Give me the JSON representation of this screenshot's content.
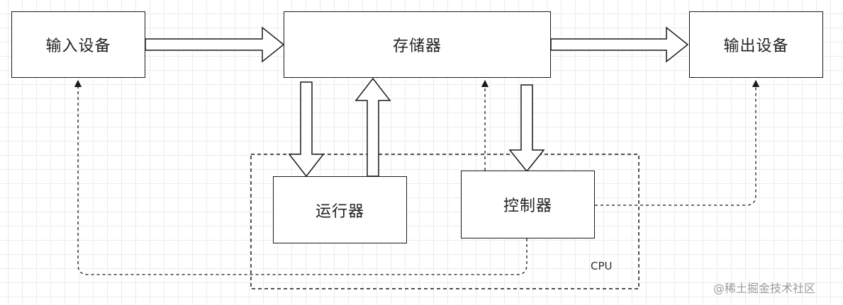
{
  "nodes": {
    "input": "输入设备",
    "memory": "存储器",
    "output": "输出设备",
    "alu": "运行器",
    "controller": "控制器"
  },
  "cpu_label": "CPU",
  "watermark": "@稀土掘金技术社区",
  "colors": {
    "stroke": "#1a1a1a",
    "grid": "#ececec",
    "background": "#ffffff"
  }
}
